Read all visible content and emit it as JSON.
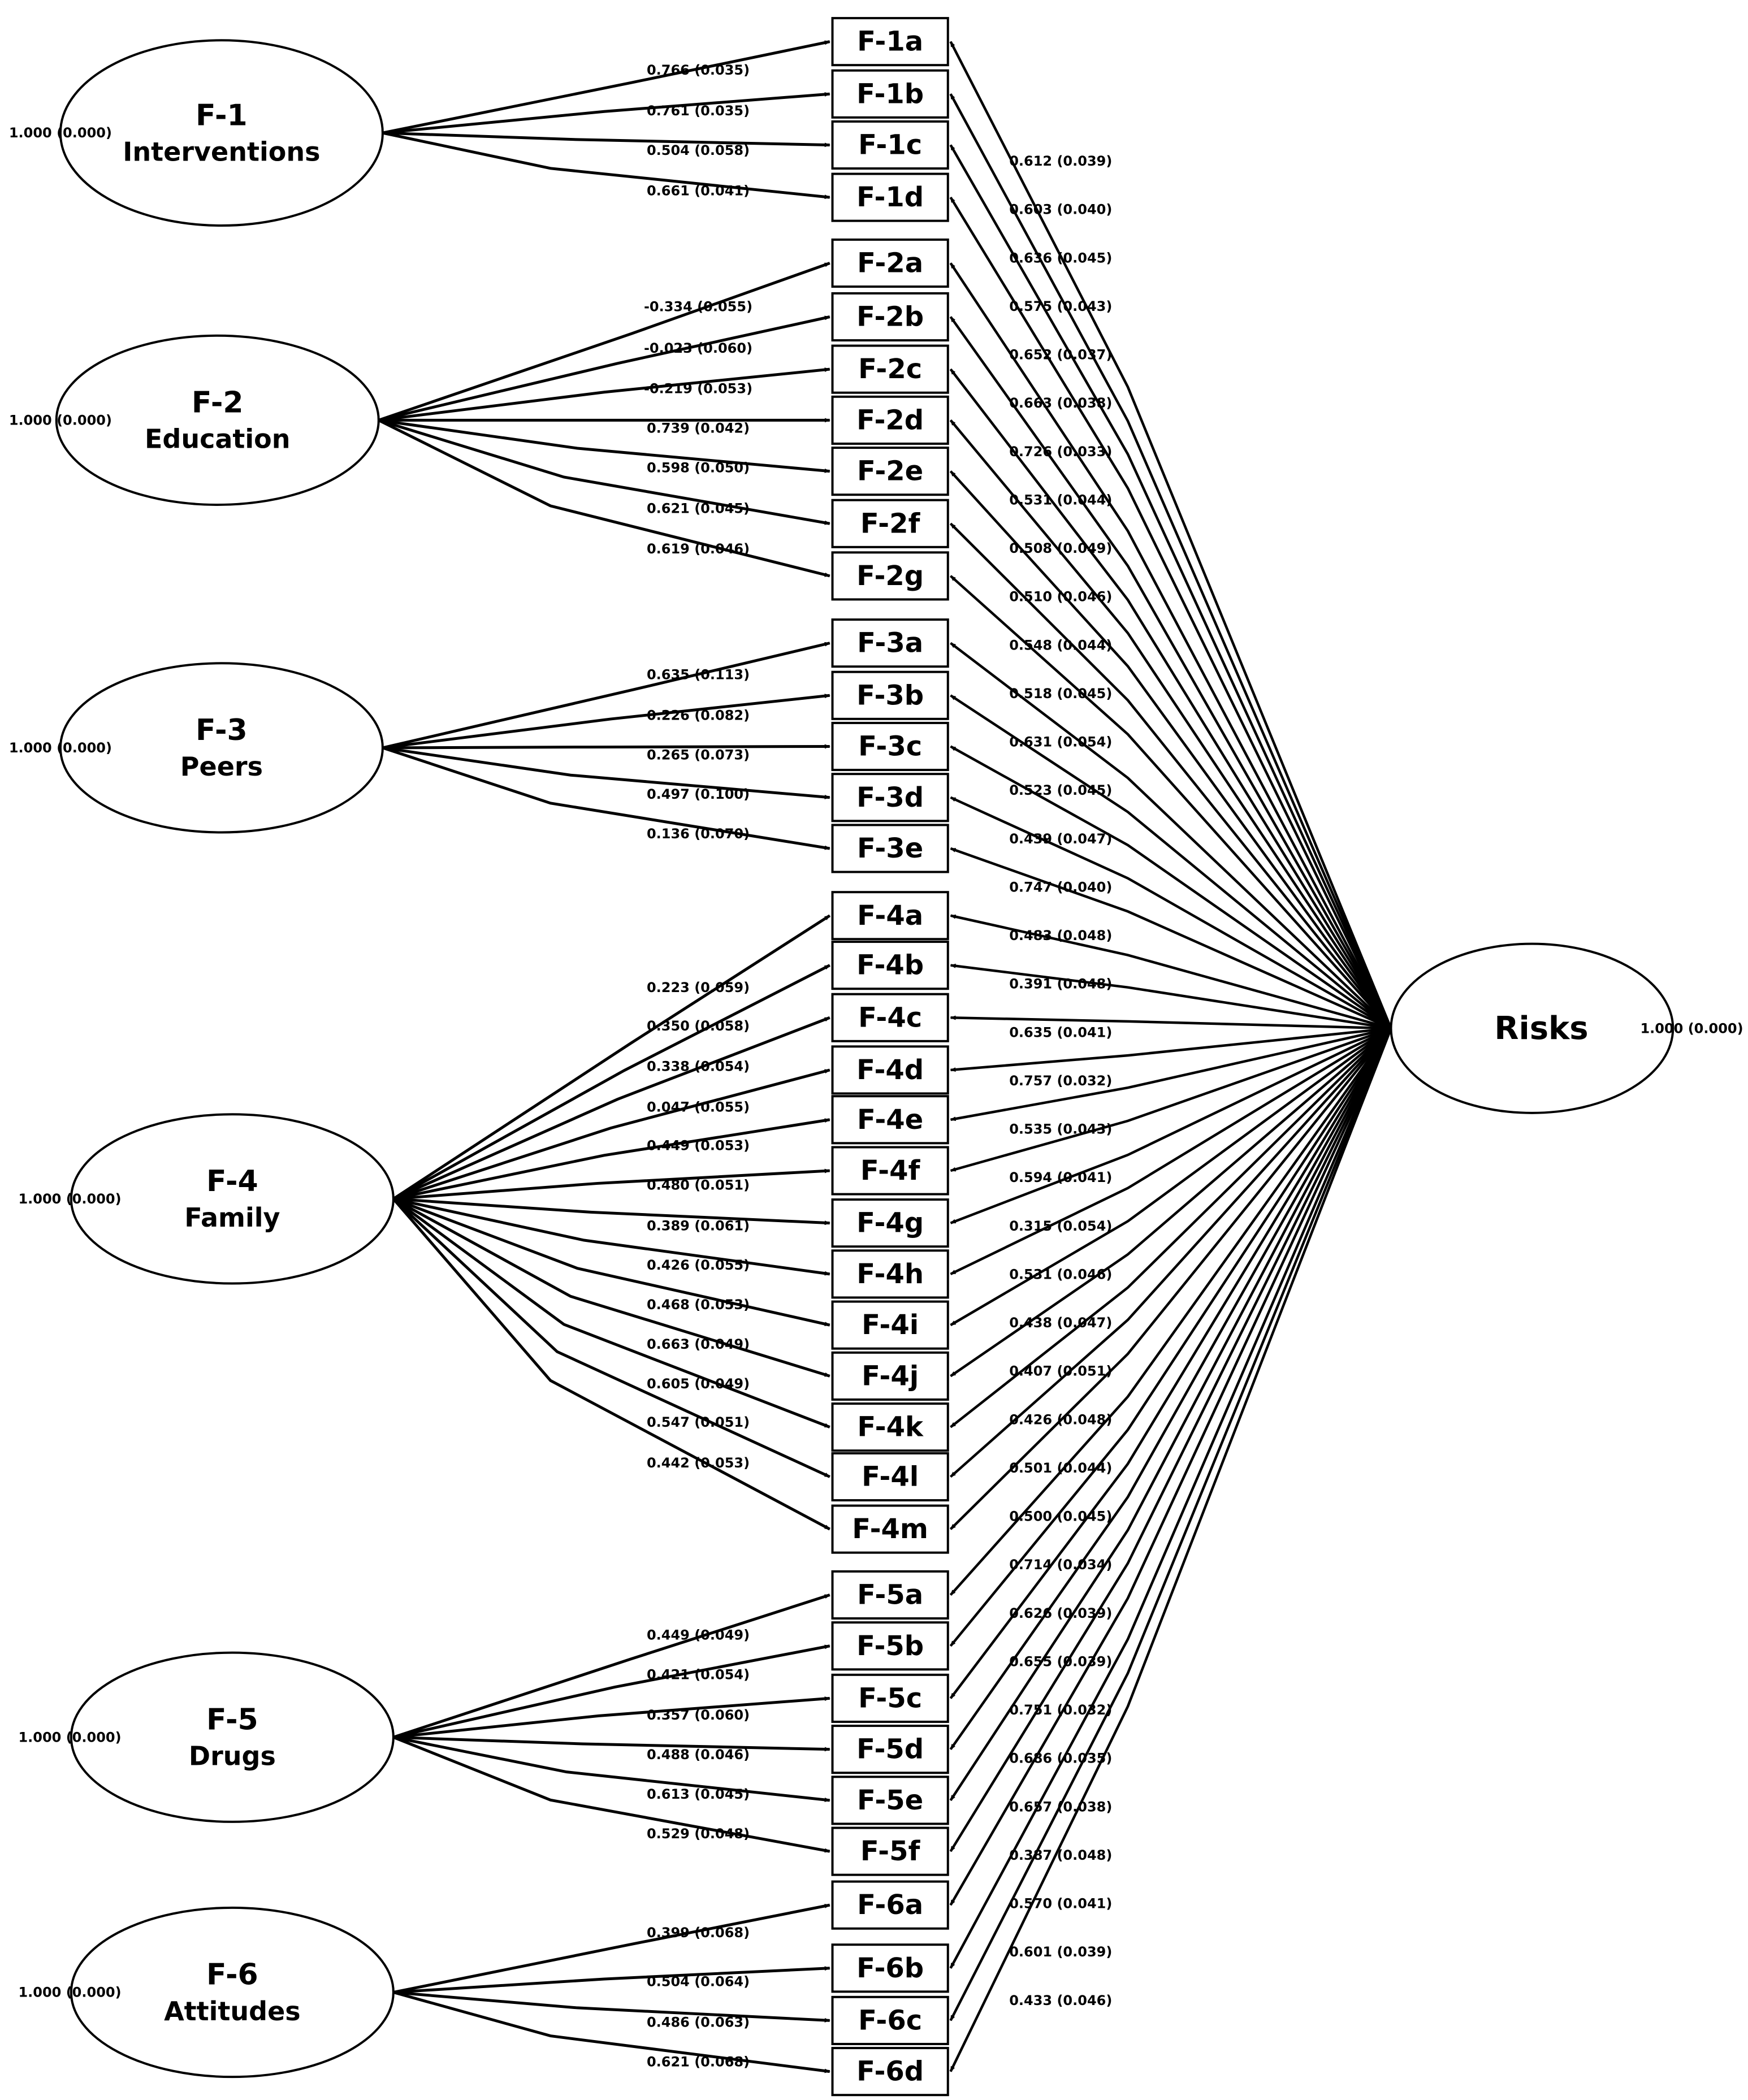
{
  "colors": {
    "stroke": "#000000",
    "background": "#ffffff"
  },
  "factors": [
    {
      "id": "f1",
      "name": "F-1",
      "sub": "Interventions",
      "variance": "1.000 (0.000)",
      "items": [
        {
          "label": "F-1a",
          "loading": "0.766 (0.035)",
          "risk_loading": "0.612 (0.039)"
        },
        {
          "label": "F-1b",
          "loading": "0.761 (0.035)",
          "risk_loading": "0.603 (0.040)"
        },
        {
          "label": "F-1c",
          "loading": "0.504 (0.058)",
          "risk_loading": "0.636 (0.045)"
        },
        {
          "label": "F-1d",
          "loading": "0.661 (0.041)",
          "risk_loading": "0.575 (0.043)"
        }
      ]
    },
    {
      "id": "f2",
      "name": "F-2",
      "sub": "Education",
      "variance": "1.000 (0.000)",
      "items": [
        {
          "label": "F-2a",
          "loading": "-0.334 (0.055)",
          "risk_loading": "0.652 (0.037)"
        },
        {
          "label": "F-2b",
          "loading": "-0.023 (0.060)",
          "risk_loading": "0.663 (0.038)"
        },
        {
          "label": "F-2c",
          "loading": "-0.219 (0.053)",
          "risk_loading": "0.726 (0.033)"
        },
        {
          "label": "F-2d",
          "loading": "0.739 (0.042)",
          "risk_loading": "0.531 (0.044)"
        },
        {
          "label": "F-2e",
          "loading": "0.598 (0.050)",
          "risk_loading": "0.508 (0.049)"
        },
        {
          "label": "F-2f",
          "loading": "0.621 (0.045)",
          "risk_loading": "0.510 (0.046)"
        },
        {
          "label": "F-2g",
          "loading": "0.619 (0.046)",
          "risk_loading": "0.548 (0.044)"
        }
      ]
    },
    {
      "id": "f3",
      "name": "F-3",
      "sub": "Peers",
      "variance": "1.000 (0.000)",
      "items": [
        {
          "label": "F-3a",
          "loading": "0.635 (0.113)",
          "risk_loading": "0.518 (0.045)"
        },
        {
          "label": "F-3b",
          "loading": "0.226 (0.082)",
          "risk_loading": "0.631 (0.054)"
        },
        {
          "label": "F-3c",
          "loading": "0.265 (0.073)",
          "risk_loading": "0.523 (0.045)"
        },
        {
          "label": "F-3d",
          "loading": "0.497 (0.100)",
          "risk_loading": "0.439 (0.047)"
        },
        {
          "label": "F-3e",
          "loading": "0.136 (0.070)",
          "risk_loading": "0.747 (0.040)"
        }
      ]
    },
    {
      "id": "f4",
      "name": "F-4",
      "sub": "Family",
      "variance": "1.000 (0.000)",
      "items": [
        {
          "label": "F-4a",
          "loading": "0.223 (0.059)",
          "risk_loading": "0.483 (0.048)"
        },
        {
          "label": "F-4b",
          "loading": "0.350 (0.058)",
          "risk_loading": "0.391 (0.048)"
        },
        {
          "label": "F-4c",
          "loading": "0.338 (0.054)",
          "risk_loading": "0.635 (0.041)"
        },
        {
          "label": "F-4d",
          "loading": "0.047 (0.055)",
          "risk_loading": "0.757 (0.032)"
        },
        {
          "label": "F-4e",
          "loading": "0.449 (0.053)",
          "risk_loading": "0.535 (0.043)"
        },
        {
          "label": "F-4f",
          "loading": "0.480 (0.051)",
          "risk_loading": "0.594 (0.041)"
        },
        {
          "label": "F-4g",
          "loading": "0.389 (0.061)",
          "risk_loading": "0.315 (0.054)"
        },
        {
          "label": "F-4h",
          "loading": "0.426 (0.055)",
          "risk_loading": "0.531 (0.046)"
        },
        {
          "label": "F-4i",
          "loading": "0.468 (0.053)",
          "risk_loading": "0.438 (0.047)"
        },
        {
          "label": "F-4j",
          "loading": "0.663 (0.049)",
          "risk_loading": "0.407 (0.051)"
        },
        {
          "label": "F-4k",
          "loading": "0.605 (0.049)",
          "risk_loading": "0.426 (0.048)"
        },
        {
          "label": "F-4l",
          "loading": "0.547 (0.051)",
          "risk_loading": "0.501 (0.044)"
        },
        {
          "label": "F-4m",
          "loading": "0.442 (0.053)",
          "risk_loading": "0.500 (0.045)"
        }
      ]
    },
    {
      "id": "f5",
      "name": "F-5",
      "sub": "Drugs",
      "variance": "1.000 (0.000)",
      "items": [
        {
          "label": "F-5a",
          "loading": "0.449 (0.049)",
          "risk_loading": "0.714 (0.034)"
        },
        {
          "label": "F-5b",
          "loading": "0.421 (0.054)",
          "risk_loading": "0.626 (0.039)"
        },
        {
          "label": "F-5c",
          "loading": "0.357 (0.060)",
          "risk_loading": "0.655 (0.039)"
        },
        {
          "label": "F-5d",
          "loading": "0.488 (0.046)",
          "risk_loading": "0.751 (0.032)"
        },
        {
          "label": "F-5e",
          "loading": "0.613 (0.045)",
          "risk_loading": "0.686 (0.035)"
        },
        {
          "label": "F-5f",
          "loading": "0.529 (0.048)",
          "risk_loading": "0.657 (0.038)"
        }
      ]
    },
    {
      "id": "f6",
      "name": "F-6",
      "sub": "Attitudes",
      "variance": "1.000 (0.000)",
      "items": [
        {
          "label": "F-6a",
          "loading": "0.399 (0.068)",
          "risk_loading": "0.387 (0.048)"
        },
        {
          "label": "F-6b",
          "loading": "0.504 (0.064)",
          "risk_loading": "0.570 (0.041)"
        },
        {
          "label": "F-6c",
          "loading": "0.486 (0.063)",
          "risk_loading": "0.601 (0.039)"
        },
        {
          "label": "F-6d",
          "loading": "0.621 (0.068)",
          "risk_loading": "0.433 (0.046)"
        }
      ]
    }
  ],
  "risks": {
    "name": "Risks",
    "variance": "1.000 (0.000)"
  }
}
